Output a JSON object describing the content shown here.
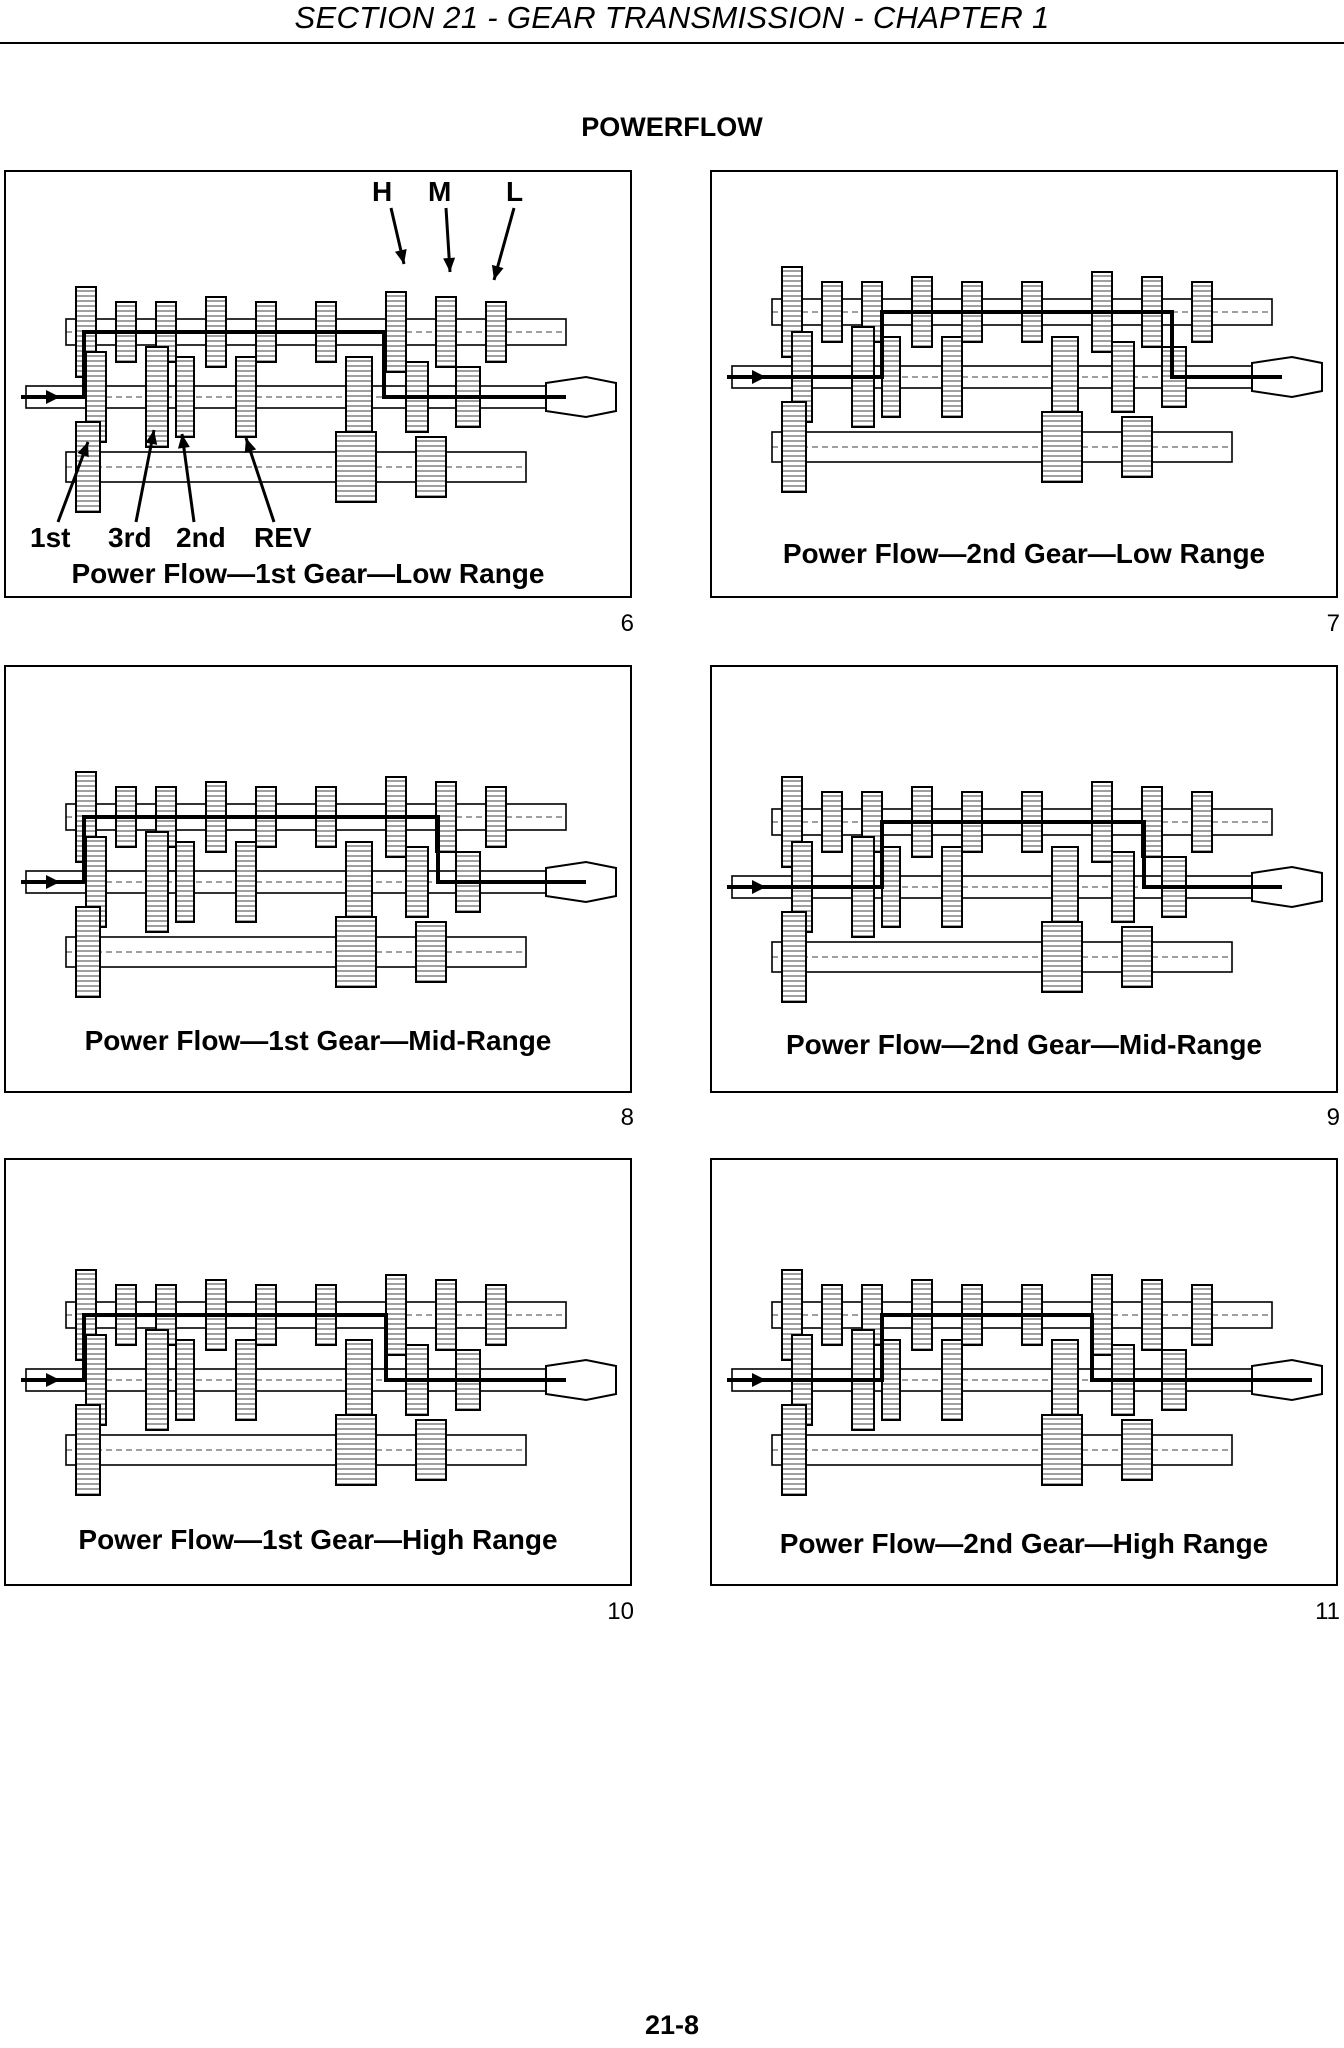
{
  "header": {
    "title": "SECTION 21 - GEAR TRANSMISSION - CHAPTER 1"
  },
  "section_title": "POWERFLOW",
  "figures": [
    {
      "number": "6",
      "caption": "Power Flow—1st Gear—Low Range",
      "top_labels": [
        "H",
        "M",
        "L"
      ],
      "bottom_labels": [
        "1st",
        "3rd",
        "2nd",
        "REV"
      ]
    },
    {
      "number": "7",
      "caption": "Power Flow—2nd Gear—Low Range"
    },
    {
      "number": "8",
      "caption": "Power Flow—1st Gear—Mid-Range"
    },
    {
      "number": "9",
      "caption": "Power Flow—2nd Gear—Mid-Range"
    },
    {
      "number": "10",
      "caption": "Power Flow—1st Gear—High Range"
    },
    {
      "number": "11",
      "caption": "Power Flow—2nd Gear—High Range"
    }
  ],
  "page_number": "21-8"
}
